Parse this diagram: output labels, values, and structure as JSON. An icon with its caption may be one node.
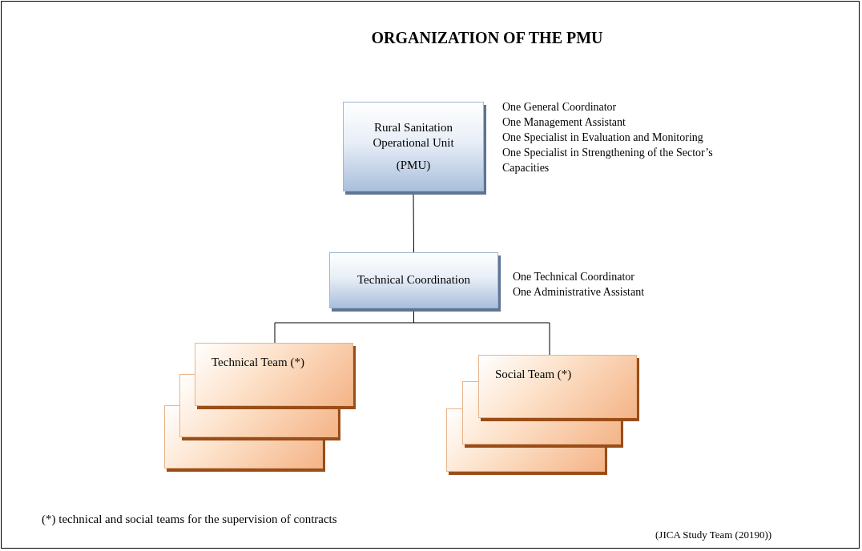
{
  "diagram": {
    "title": "ORGANIZATION OF THE PMU",
    "nodes": [
      {
        "text": [
          "Rural Sanitation Operational Unit",
          "(PMU)"
        ],
        "beside": [
          "One General Coordinator",
          "One Management Assistant",
          "One Specialist in Evaluation and Monitoring",
          "One Specialist in Strengthening of the Sector’s Capacities"
        ]
      },
      {
        "text": [
          "Technical Coordination"
        ],
        "beside": [
          "One Technical Coordinator",
          "One Administrative Assistant"
        ]
      },
      {
        "text": [
          "Technical Team (*)"
        ]
      },
      {
        "text": [
          "Social Team (*)"
        ]
      }
    ],
    "edges": [
      {
        "from": 0,
        "to": 1,
        "arrow": "none"
      },
      {
        "from": 1,
        "to": 2,
        "arrow": "none"
      },
      {
        "from": 1,
        "to": 3,
        "arrow": "none"
      }
    ],
    "labels": [
      "(*) technical and social teams for the supervision of contracts",
      "(JICA Study Team (20190))"
    ]
  }
}
